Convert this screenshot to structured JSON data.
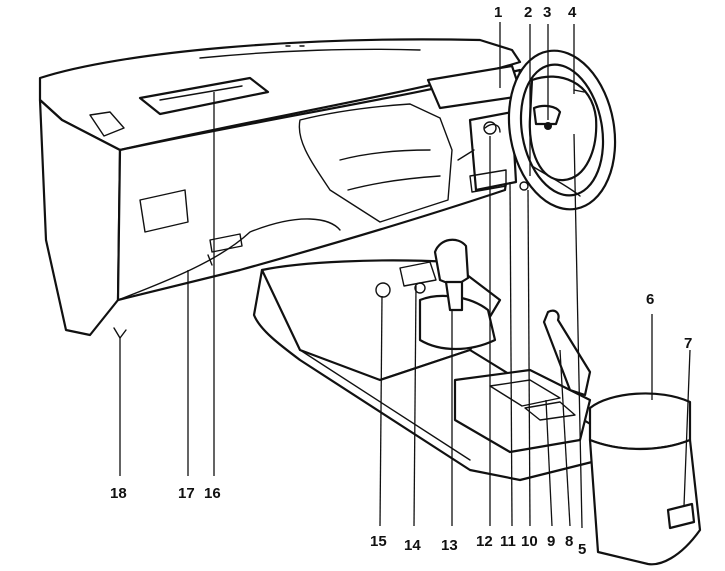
{
  "callouts": [
    "1",
    "2",
    "3",
    "4",
    "5",
    "6",
    "7",
    "8",
    "9",
    "10",
    "11",
    "12",
    "13",
    "14",
    "15",
    "16",
    "17",
    "18"
  ]
}
